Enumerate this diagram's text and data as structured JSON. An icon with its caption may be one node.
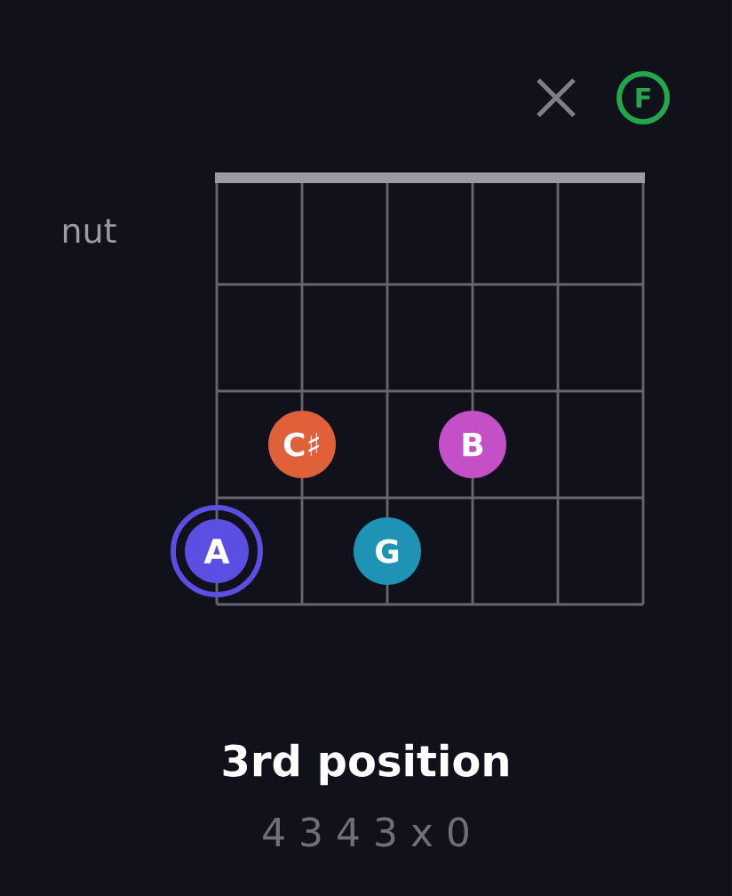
{
  "diagram": {
    "title": "3rd position",
    "nodes": [
      {
        "text": [
          "F"
        ]
      },
      {
        "text": [
          "C♯"
        ]
      },
      {
        "text": [
          "B"
        ]
      },
      {
        "text": [
          "A"
        ]
      },
      {
        "text": [
          "G"
        ]
      }
    ],
    "labels": [
      "nut",
      "4 3 4 3 x 0"
    ]
  }
}
